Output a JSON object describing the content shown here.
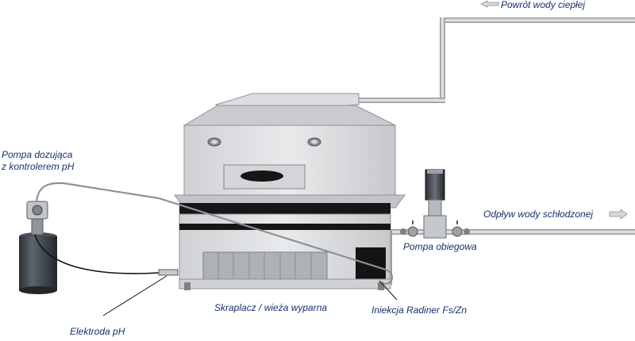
{
  "labels": {
    "hot_water_return": "Powrót wody ciepłej",
    "dosing_pump_line1": "Pompa dozująca",
    "dosing_pump_line2": "z kontrolerem pH",
    "cooled_water_outflow": "Odpływ wody schłodzonej",
    "circulation_pump": "Pompa obiegowa",
    "condenser": "Skraplacz / wieża wyparna",
    "injection": "Iniekcja Radiner Fs/Zn",
    "ph_electrode": "Elektroda pH"
  },
  "colors": {
    "pipe": "#9aa0a6",
    "unit_light": "#d9dadc",
    "unit_dark": "#1b1b1b",
    "text": "#1a2f6e",
    "tank": "#3a3f45"
  }
}
